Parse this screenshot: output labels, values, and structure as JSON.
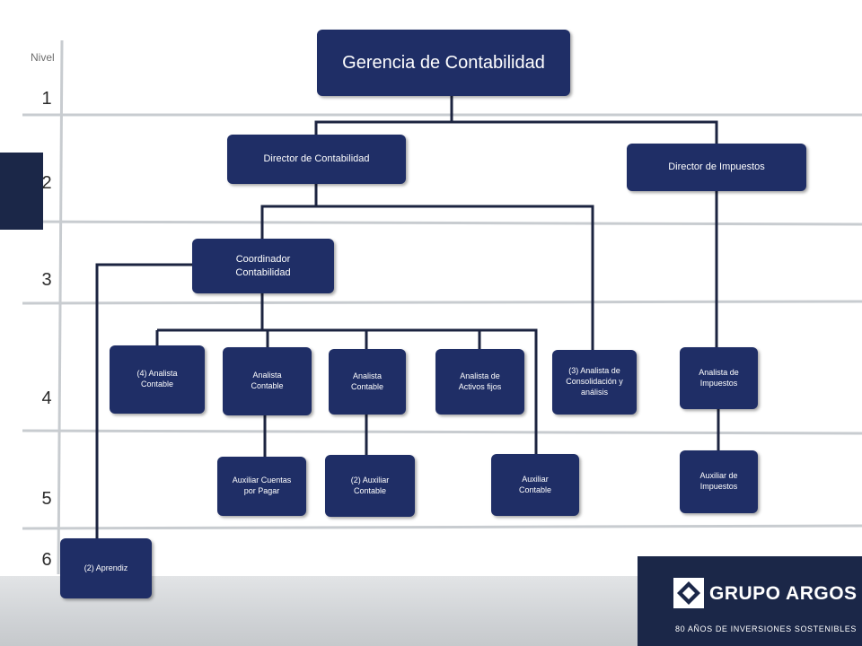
{
  "levels": {
    "title": "Nivel",
    "numbers": [
      "1",
      "2",
      "3",
      "4",
      "5",
      "6"
    ]
  },
  "org_chart": {
    "gerencia": "Gerencia de Contabilidad",
    "director_contabilidad": "Director de Contabilidad",
    "director_impuestos": "Director de Impuestos",
    "coordinador": "Coordinador Contabilidad",
    "analista_contable_4": "(4) Analista Contable",
    "analista_contable_a": "Analista Contable",
    "analista_contable_b": "Analista Contable",
    "analista_activos": "Analista de Activos fijos",
    "analista_consolidacion": "(3) Analista de Consolidación y análisis",
    "analista_impuestos": "Analista de Impuestos",
    "aux_cuentas_pagar": "Auxiliar Cuentas por Pagar",
    "aux_contable_2": "(2)  Auxiliar Contable",
    "aux_contable": "Auxiliar Contable",
    "aux_impuestos": "Auxiliar de Impuestos",
    "aprendiz": "(2) Aprendiz"
  },
  "logo": {
    "name": "GRUPO ARGOS",
    "tagline": "80 AÑOS DE INVERSIONES SOSTENIBLES"
  },
  "colors": {
    "box": "#1f2e66",
    "connector": "#1c2440",
    "level_line": "#c8ccd0",
    "brand_block": "#1b2748"
  }
}
